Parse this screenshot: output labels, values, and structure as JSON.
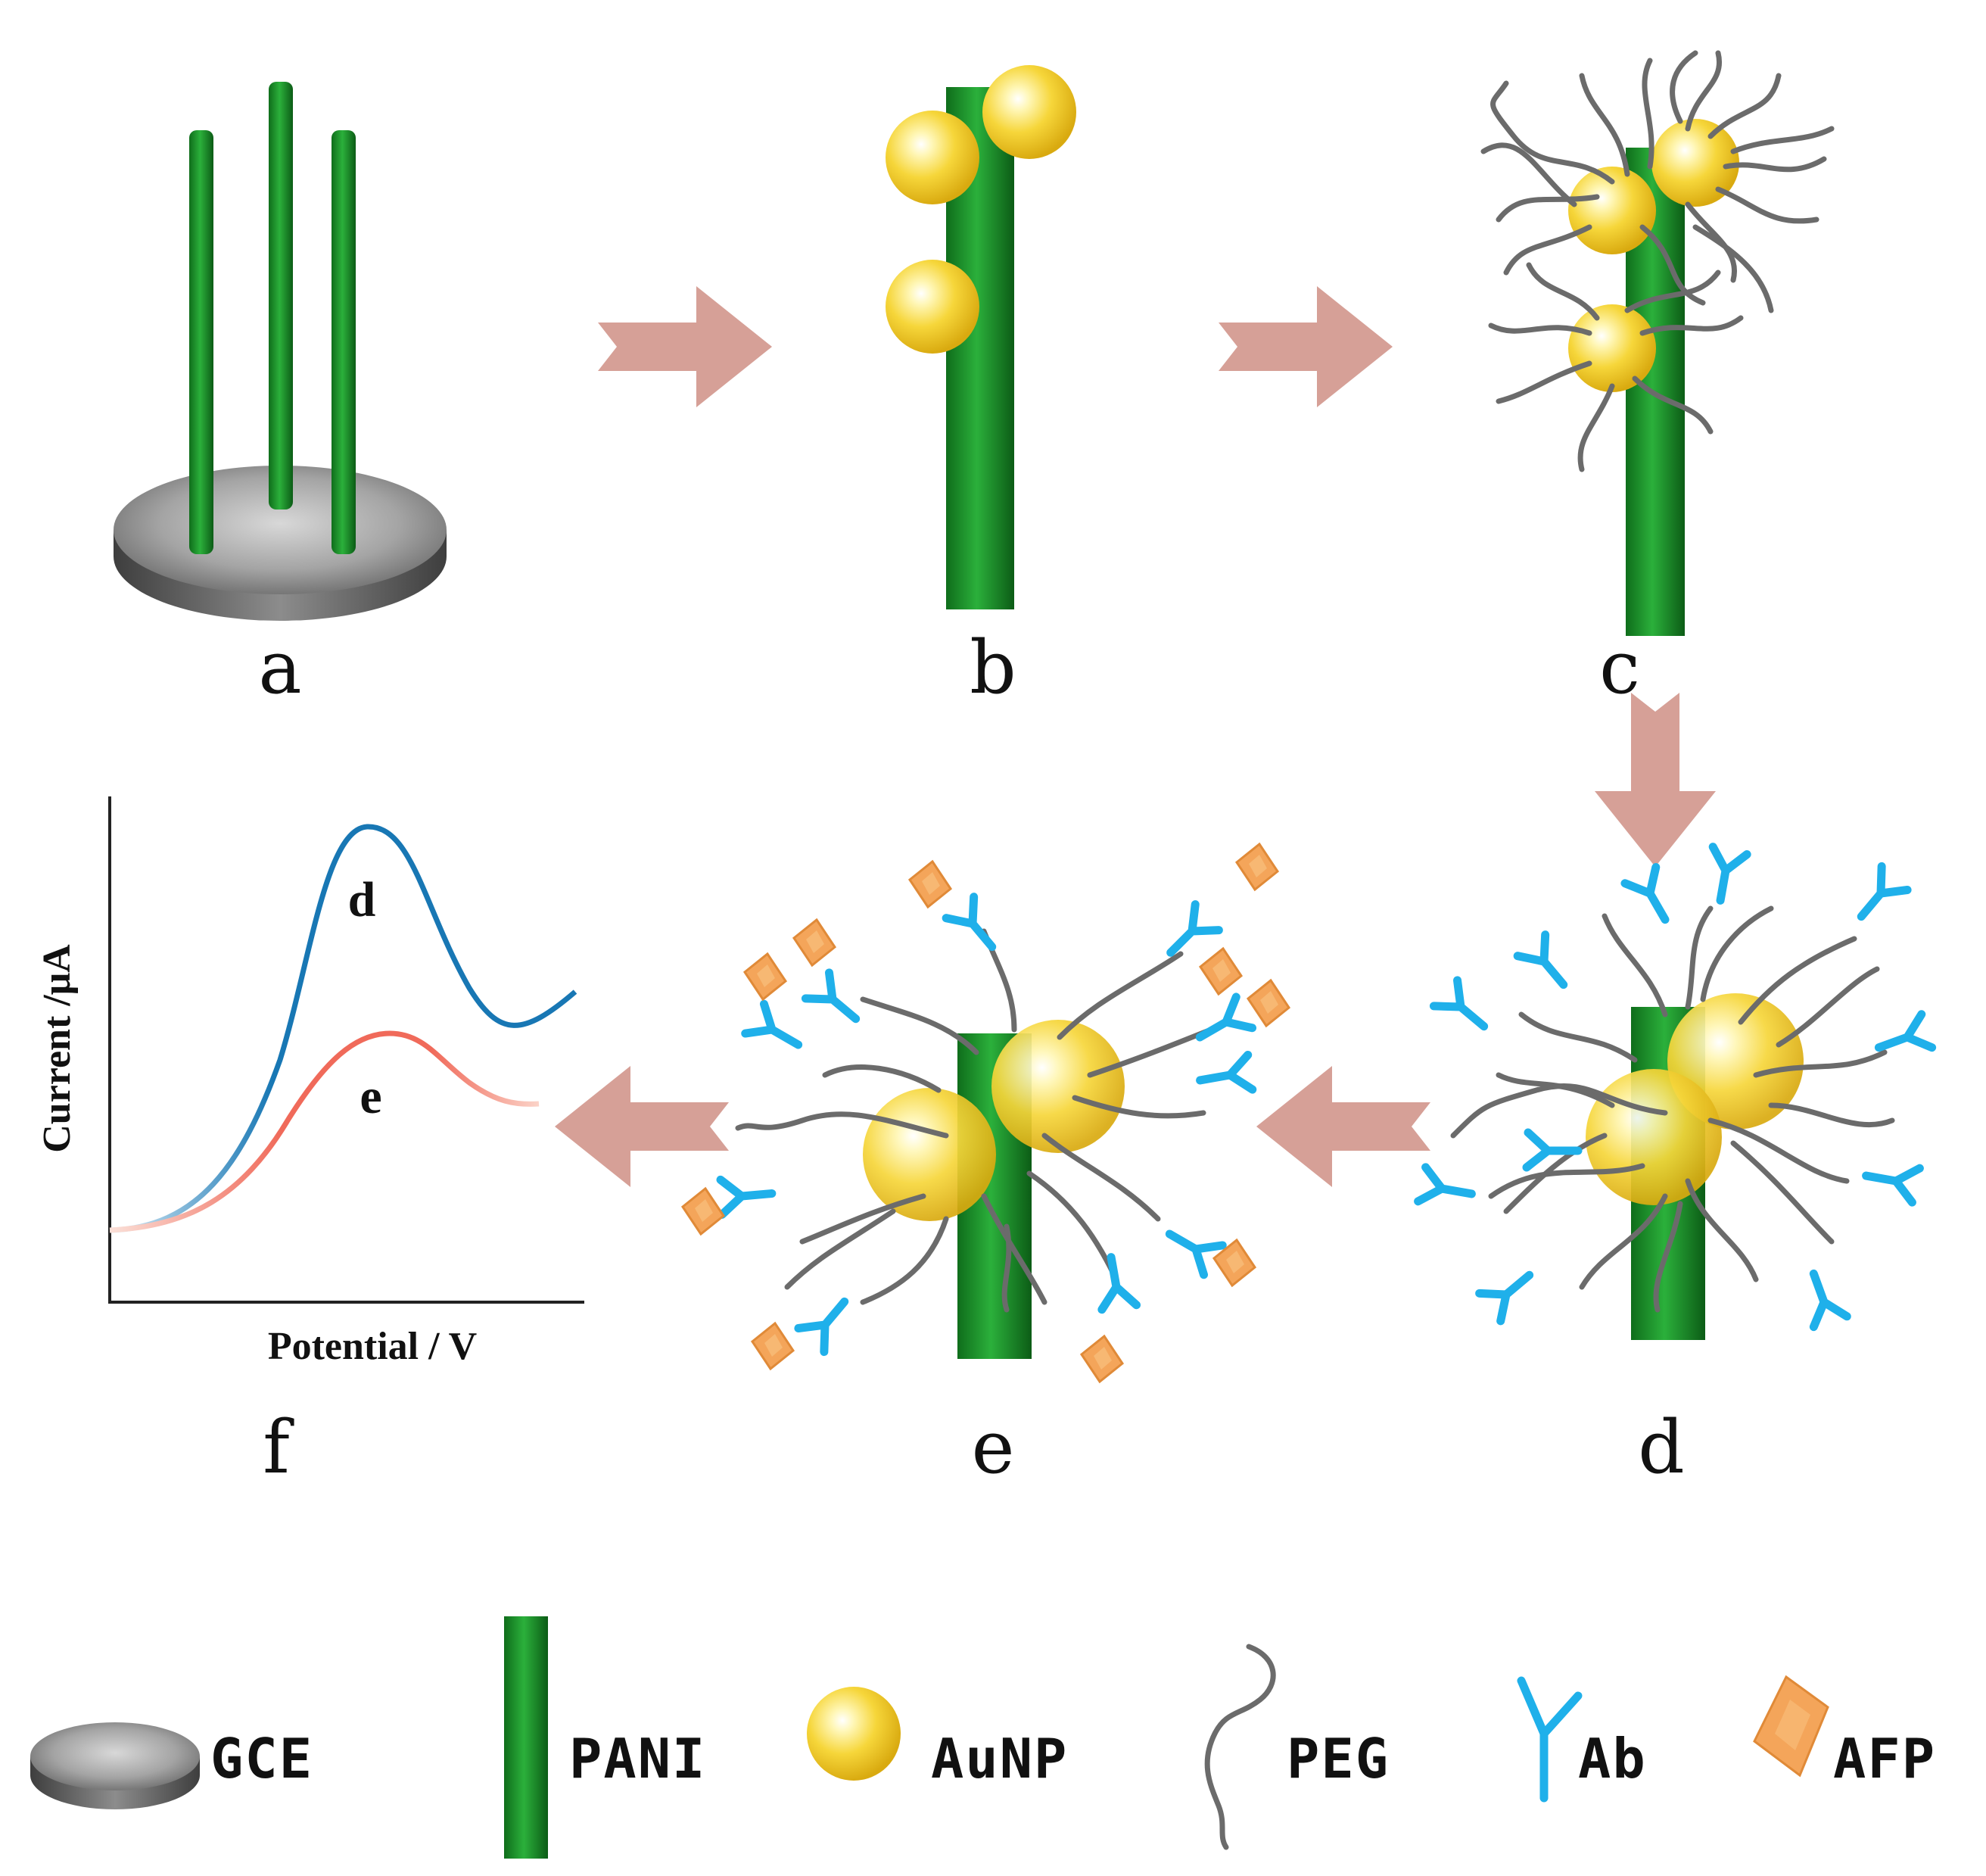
{
  "panels": {
    "a": "a",
    "b": "b",
    "c": "c",
    "d": "d",
    "e": "e",
    "f": "f"
  },
  "plot": {
    "ylabel": "Current /μA",
    "xlabel": "Potential / V",
    "curve_d_label": "d",
    "curve_e_label": "e",
    "curve_d_color": "#1877b4",
    "curve_e_color": "#f06a5a"
  },
  "legend": {
    "gce": "GCE",
    "pani": "PANI",
    "aunp": "AuNP",
    "peg": "PEG",
    "ab": "Ab",
    "afp": "AFP"
  },
  "colors": {
    "pani": "#1e8c2a",
    "aunp": "#f2cf2e",
    "ab": "#1fb0ea",
    "afp": "#f4a55a",
    "peg": "#6b6b6b",
    "arrow": "#d6a097",
    "gce": "#8a8a8a"
  }
}
